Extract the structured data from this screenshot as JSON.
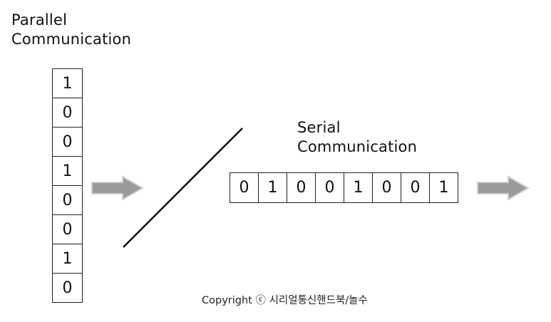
{
  "parallel": {
    "title_line1": "Parallel",
    "title_line2": "Communication",
    "bits": [
      "1",
      "0",
      "0",
      "1",
      "0",
      "0",
      "1",
      "0"
    ]
  },
  "serial": {
    "title_line1": "Serial",
    "title_line2": "Communication",
    "bits": [
      "0",
      "1",
      "0",
      "0",
      "1",
      "0",
      "0",
      "1"
    ]
  },
  "copyright": "Copyright ⓒ 시리얼통신핸드북/놀수",
  "colors": {
    "arrow_fill": "#9a9a9a",
    "arrow_stroke": "#d0d0d0",
    "border": "#222222"
  },
  "icons": {
    "direction_arrow": "right-arrow-icon"
  }
}
